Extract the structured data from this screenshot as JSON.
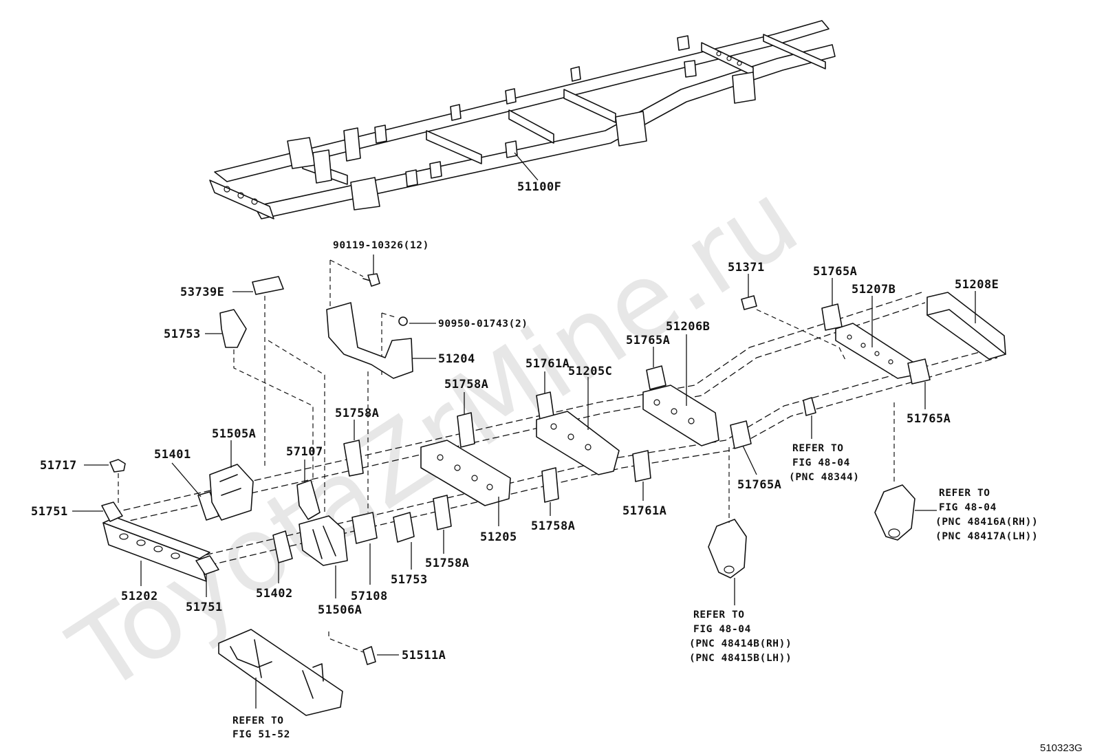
{
  "watermark": "ToyotaZrMine.ru",
  "figure_code": "510323G",
  "parts": {
    "p51100F": "51100F",
    "p90119": "90119-10326(12)",
    "p90950": "90950-01743(2)",
    "p51204": "51204",
    "p53739E": "53739E",
    "p51753a": "51753",
    "p51753b": "51753",
    "p51371": "51371",
    "p51765A_a": "51765A",
    "p51765A_b": "51765A",
    "p51765A_c": "51765A",
    "p51765A_d": "51765A",
    "p51207B": "51207B",
    "p51208E": "51208E",
    "p51206B": "51206B",
    "p51761A_a": "51761A",
    "p51761A_b": "51761A",
    "p51205C": "51205C",
    "p51205": "51205",
    "p51758A_a": "51758A",
    "p51758A_b": "51758A",
    "p51758A_c": "51758A",
    "p51758A_d": "51758A",
    "p51505A": "51505A",
    "p57107": "57107",
    "p57108": "57108",
    "p51401": "51401",
    "p51402": "51402",
    "p51717": "51717",
    "p51751a": "51751",
    "p51751b": "51751",
    "p51202": "51202",
    "p51506A": "51506A",
    "p51511A": "51511A"
  },
  "references": {
    "r_5152": [
      "REFER TO",
      "FIG 51-52"
    ],
    "r_48344": [
      "REFER TO",
      "FIG 48-04",
      "(PNC 48344)"
    ],
    "r_48416": [
      "REFER TO",
      "FIG 48-04",
      "(PNC 48416A(RH))",
      "(PNC 48417A(LH))"
    ],
    "r_48414": [
      "REFER TO",
      "FIG 48-04",
      "(PNC 48414B(RH))",
      "(PNC 48415B(LH))"
    ]
  }
}
